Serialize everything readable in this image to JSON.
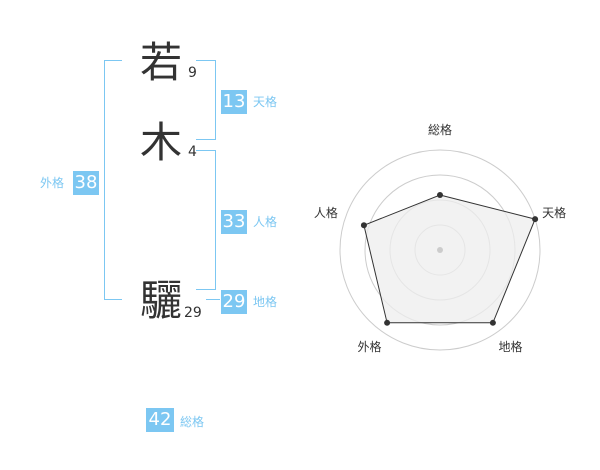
{
  "name": {
    "characters": [
      {
        "char": "若",
        "strokes": "9"
      },
      {
        "char": "木",
        "strokes": "4"
      },
      {
        "char": "驪",
        "strokes": "29"
      }
    ]
  },
  "fortune": {
    "tenkaku": {
      "value": "13",
      "label": "天格"
    },
    "jinkaku": {
      "value": "33",
      "label": "人格"
    },
    "chikaku": {
      "value": "29",
      "label": "地格"
    },
    "gaikaku": {
      "value": "38",
      "label": "外格"
    },
    "soukaku": {
      "value": "42",
      "label": "総格"
    }
  },
  "chart_data": {
    "type": "radar",
    "axes": [
      "総格",
      "天格",
      "地格",
      "外格",
      "人格"
    ],
    "values": [
      0.55,
      1.0,
      0.9,
      0.9,
      0.8
    ],
    "rings": 4,
    "colors": {
      "ring": "#cccccc",
      "fill": "#eeeeee",
      "line": "#333333",
      "point": "#333333",
      "center": "#cccccc"
    }
  },
  "colors": {
    "accent": "#7cc7f2",
    "text": "#333333"
  }
}
